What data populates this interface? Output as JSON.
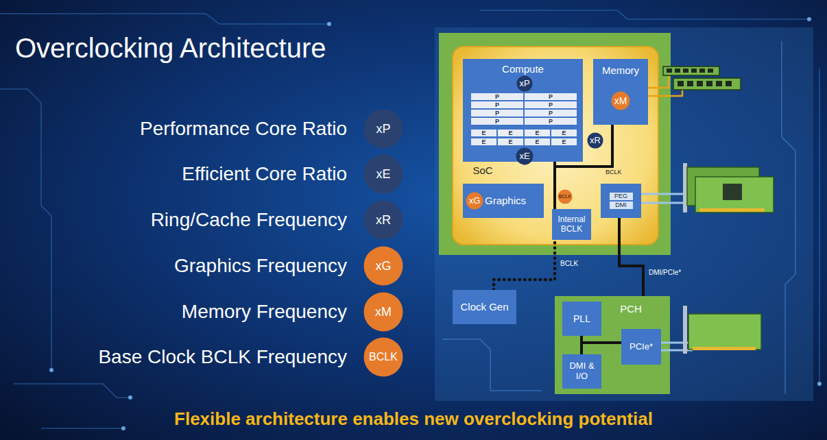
{
  "diagram": {
    "title": "Overclocking Architecture",
    "caption": "Flexible architecture enables new overclocking potential",
    "nodes": [
      {
        "text": [
          "xP"
        ]
      },
      {
        "text": [
          "xE"
        ]
      },
      {
        "text": [
          "xR"
        ]
      },
      {
        "text": [
          "xG"
        ]
      },
      {
        "text": [
          "xM"
        ]
      },
      {
        "text": [
          "BCLK"
        ]
      },
      {
        "text": [
          "SoC"
        ]
      },
      {
        "text": [
          "Compute"
        ],
        "in": 6
      },
      {
        "text": [
          "xP"
        ],
        "in": 7
      },
      {
        "text": [
          "P"
        ],
        "in": 7
      },
      {
        "text": [
          "P"
        ],
        "in": 7
      },
      {
        "text": [
          "P"
        ],
        "in": 7
      },
      {
        "text": [
          "P"
        ],
        "in": 7
      },
      {
        "text": [
          "P"
        ],
        "in": 7
      },
      {
        "text": [
          "P"
        ],
        "in": 7
      },
      {
        "text": [
          "P"
        ],
        "in": 7
      },
      {
        "text": [
          "P"
        ],
        "in": 7
      },
      {
        "text": [
          "E"
        ],
        "in": 7
      },
      {
        "text": [
          "E"
        ],
        "in": 7
      },
      {
        "text": [
          "E"
        ],
        "in": 7
      },
      {
        "text": [
          "E"
        ],
        "in": 7
      },
      {
        "text": [
          "E"
        ],
        "in": 7
      },
      {
        "text": [
          "E"
        ],
        "in": 7
      },
      {
        "text": [
          "E"
        ],
        "in": 7
      },
      {
        "text": [
          "E"
        ],
        "in": 7
      },
      {
        "text": [
          "xE"
        ],
        "in": 7
      },
      {
        "text": [
          "Memory"
        ],
        "in": 6
      },
      {
        "text": [
          "xM"
        ],
        "in": 26
      },
      {
        "text": [
          "xR"
        ],
        "in": 6
      },
      {
        "text": [
          "Graphics"
        ],
        "in": 6
      },
      {
        "text": [
          "xG"
        ],
        "in": 29
      },
      {
        "text": [
          "BCLK"
        ],
        "in": 6
      },
      {
        "text": [
          "Internal BCLK"
        ],
        "in": 6
      },
      {
        "text": [
          "PEG",
          "DMI"
        ],
        "in": 6
      },
      {
        "text": [
          "Clock Gen"
        ]
      },
      {
        "text": [
          "PCH"
        ]
      },
      {
        "text": [
          "PLL"
        ],
        "in": 35
      },
      {
        "text": [
          "DMI & I/O"
        ],
        "in": 35
      },
      {
        "text": [
          "PCIe*"
        ],
        "in": 35
      }
    ],
    "edges": [
      {
        "from": 32,
        "to": 7,
        "arrow": "none"
      },
      {
        "from": 32,
        "to": 26,
        "label": "BCLK",
        "arrow": "none"
      },
      {
        "from": 34,
        "to": 32,
        "label": "BCLK",
        "arrow": "none"
      },
      {
        "from": 33,
        "to": 35,
        "label": "DMI/PCIe*",
        "arrow": "none"
      },
      {
        "from": 36,
        "to": 37,
        "arrow": "none"
      },
      {
        "from": 36,
        "to": 38,
        "arrow": "none"
      }
    ],
    "labels": [
      "Performance Core Ratio",
      "Efficient Core Ratio",
      "Ring/Cache Frequency",
      "Graphics Frequency",
      "Memory Frequency",
      "Base Clock BCLK Frequency"
    ]
  }
}
